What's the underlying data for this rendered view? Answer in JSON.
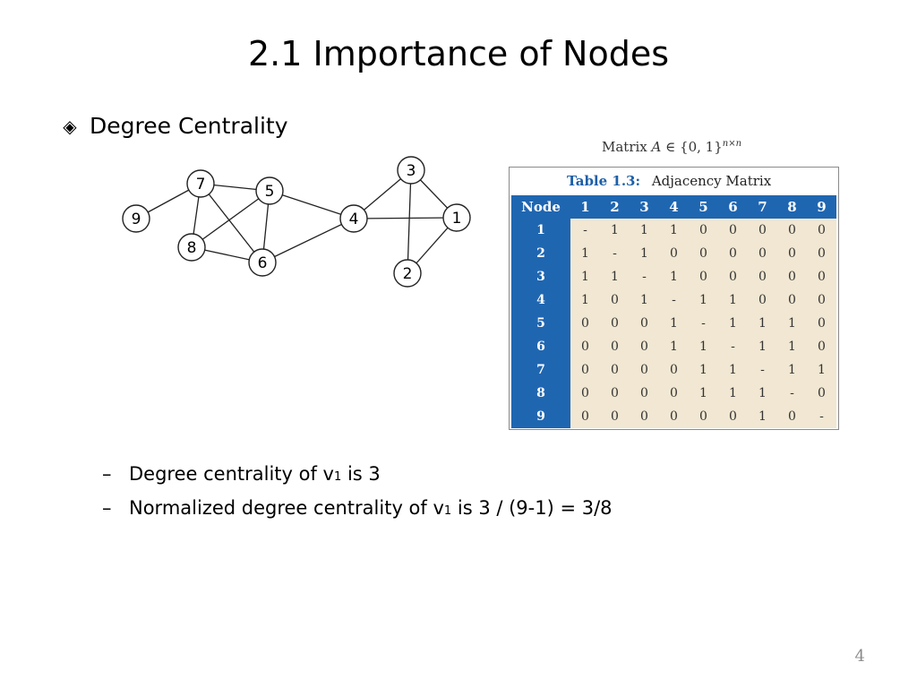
{
  "slide": {
    "title": "2.1 Importance of Nodes",
    "bullet": {
      "icon": "diamond-bullet-icon",
      "text": "Degree Centrality"
    },
    "page_number": "4"
  },
  "graph": {
    "nodes": [
      "1",
      "2",
      "3",
      "4",
      "5",
      "6",
      "7",
      "8",
      "9"
    ],
    "edges": [
      [
        "9",
        "7"
      ],
      [
        "7",
        "5"
      ],
      [
        "7",
        "8"
      ],
      [
        "7",
        "6"
      ],
      [
        "5",
        "8"
      ],
      [
        "5",
        "6"
      ],
      [
        "5",
        "4"
      ],
      [
        "8",
        "6"
      ],
      [
        "6",
        "4"
      ],
      [
        "4",
        "3"
      ],
      [
        "4",
        "1"
      ],
      [
        "3",
        "1"
      ],
      [
        "3",
        "2"
      ],
      [
        "1",
        "2"
      ]
    ]
  },
  "matrix": {
    "caption_prefix": "Matrix",
    "caption_var": "A",
    "caption_set": "∈ {0, 1}",
    "caption_exp": "n×n",
    "table_label": "Table 1.3:",
    "table_title": "Adjacency Matrix",
    "header_corner": "Node",
    "columns": [
      "1",
      "2",
      "3",
      "4",
      "5",
      "6",
      "7",
      "8",
      "9"
    ],
    "rows": [
      {
        "node": "1",
        "values": [
          "-",
          "1",
          "1",
          "1",
          "0",
          "0",
          "0",
          "0",
          "0"
        ]
      },
      {
        "node": "2",
        "values": [
          "1",
          "-",
          "1",
          "0",
          "0",
          "0",
          "0",
          "0",
          "0"
        ]
      },
      {
        "node": "3",
        "values": [
          "1",
          "1",
          "-",
          "1",
          "0",
          "0",
          "0",
          "0",
          "0"
        ]
      },
      {
        "node": "4",
        "values": [
          "1",
          "0",
          "1",
          "-",
          "1",
          "1",
          "0",
          "0",
          "0"
        ]
      },
      {
        "node": "5",
        "values": [
          "0",
          "0",
          "0",
          "1",
          "-",
          "1",
          "1",
          "1",
          "0"
        ]
      },
      {
        "node": "6",
        "values": [
          "0",
          "0",
          "0",
          "1",
          "1",
          "-",
          "1",
          "1",
          "0"
        ]
      },
      {
        "node": "7",
        "values": [
          "0",
          "0",
          "0",
          "0",
          "1",
          "1",
          "-",
          "1",
          "1"
        ]
      },
      {
        "node": "8",
        "values": [
          "0",
          "0",
          "0",
          "0",
          "1",
          "1",
          "1",
          "-",
          "0"
        ]
      },
      {
        "node": "9",
        "values": [
          "0",
          "0",
          "0",
          "0",
          "0",
          "0",
          "1",
          "0",
          "-"
        ]
      }
    ]
  },
  "sub_bullets": [
    {
      "dash": "–",
      "pre": "Degree centrality of v",
      "sub": "1",
      "post": " is 3"
    },
    {
      "dash": "–",
      "pre": "Normalized degree centrality of v",
      "sub": "1",
      "post": " is 3 / (9-1) = 3/8"
    }
  ],
  "colors": {
    "table_header": "#1f66b1",
    "table_cell": "#f1e7d2",
    "table_label": "#1d5fa8"
  }
}
